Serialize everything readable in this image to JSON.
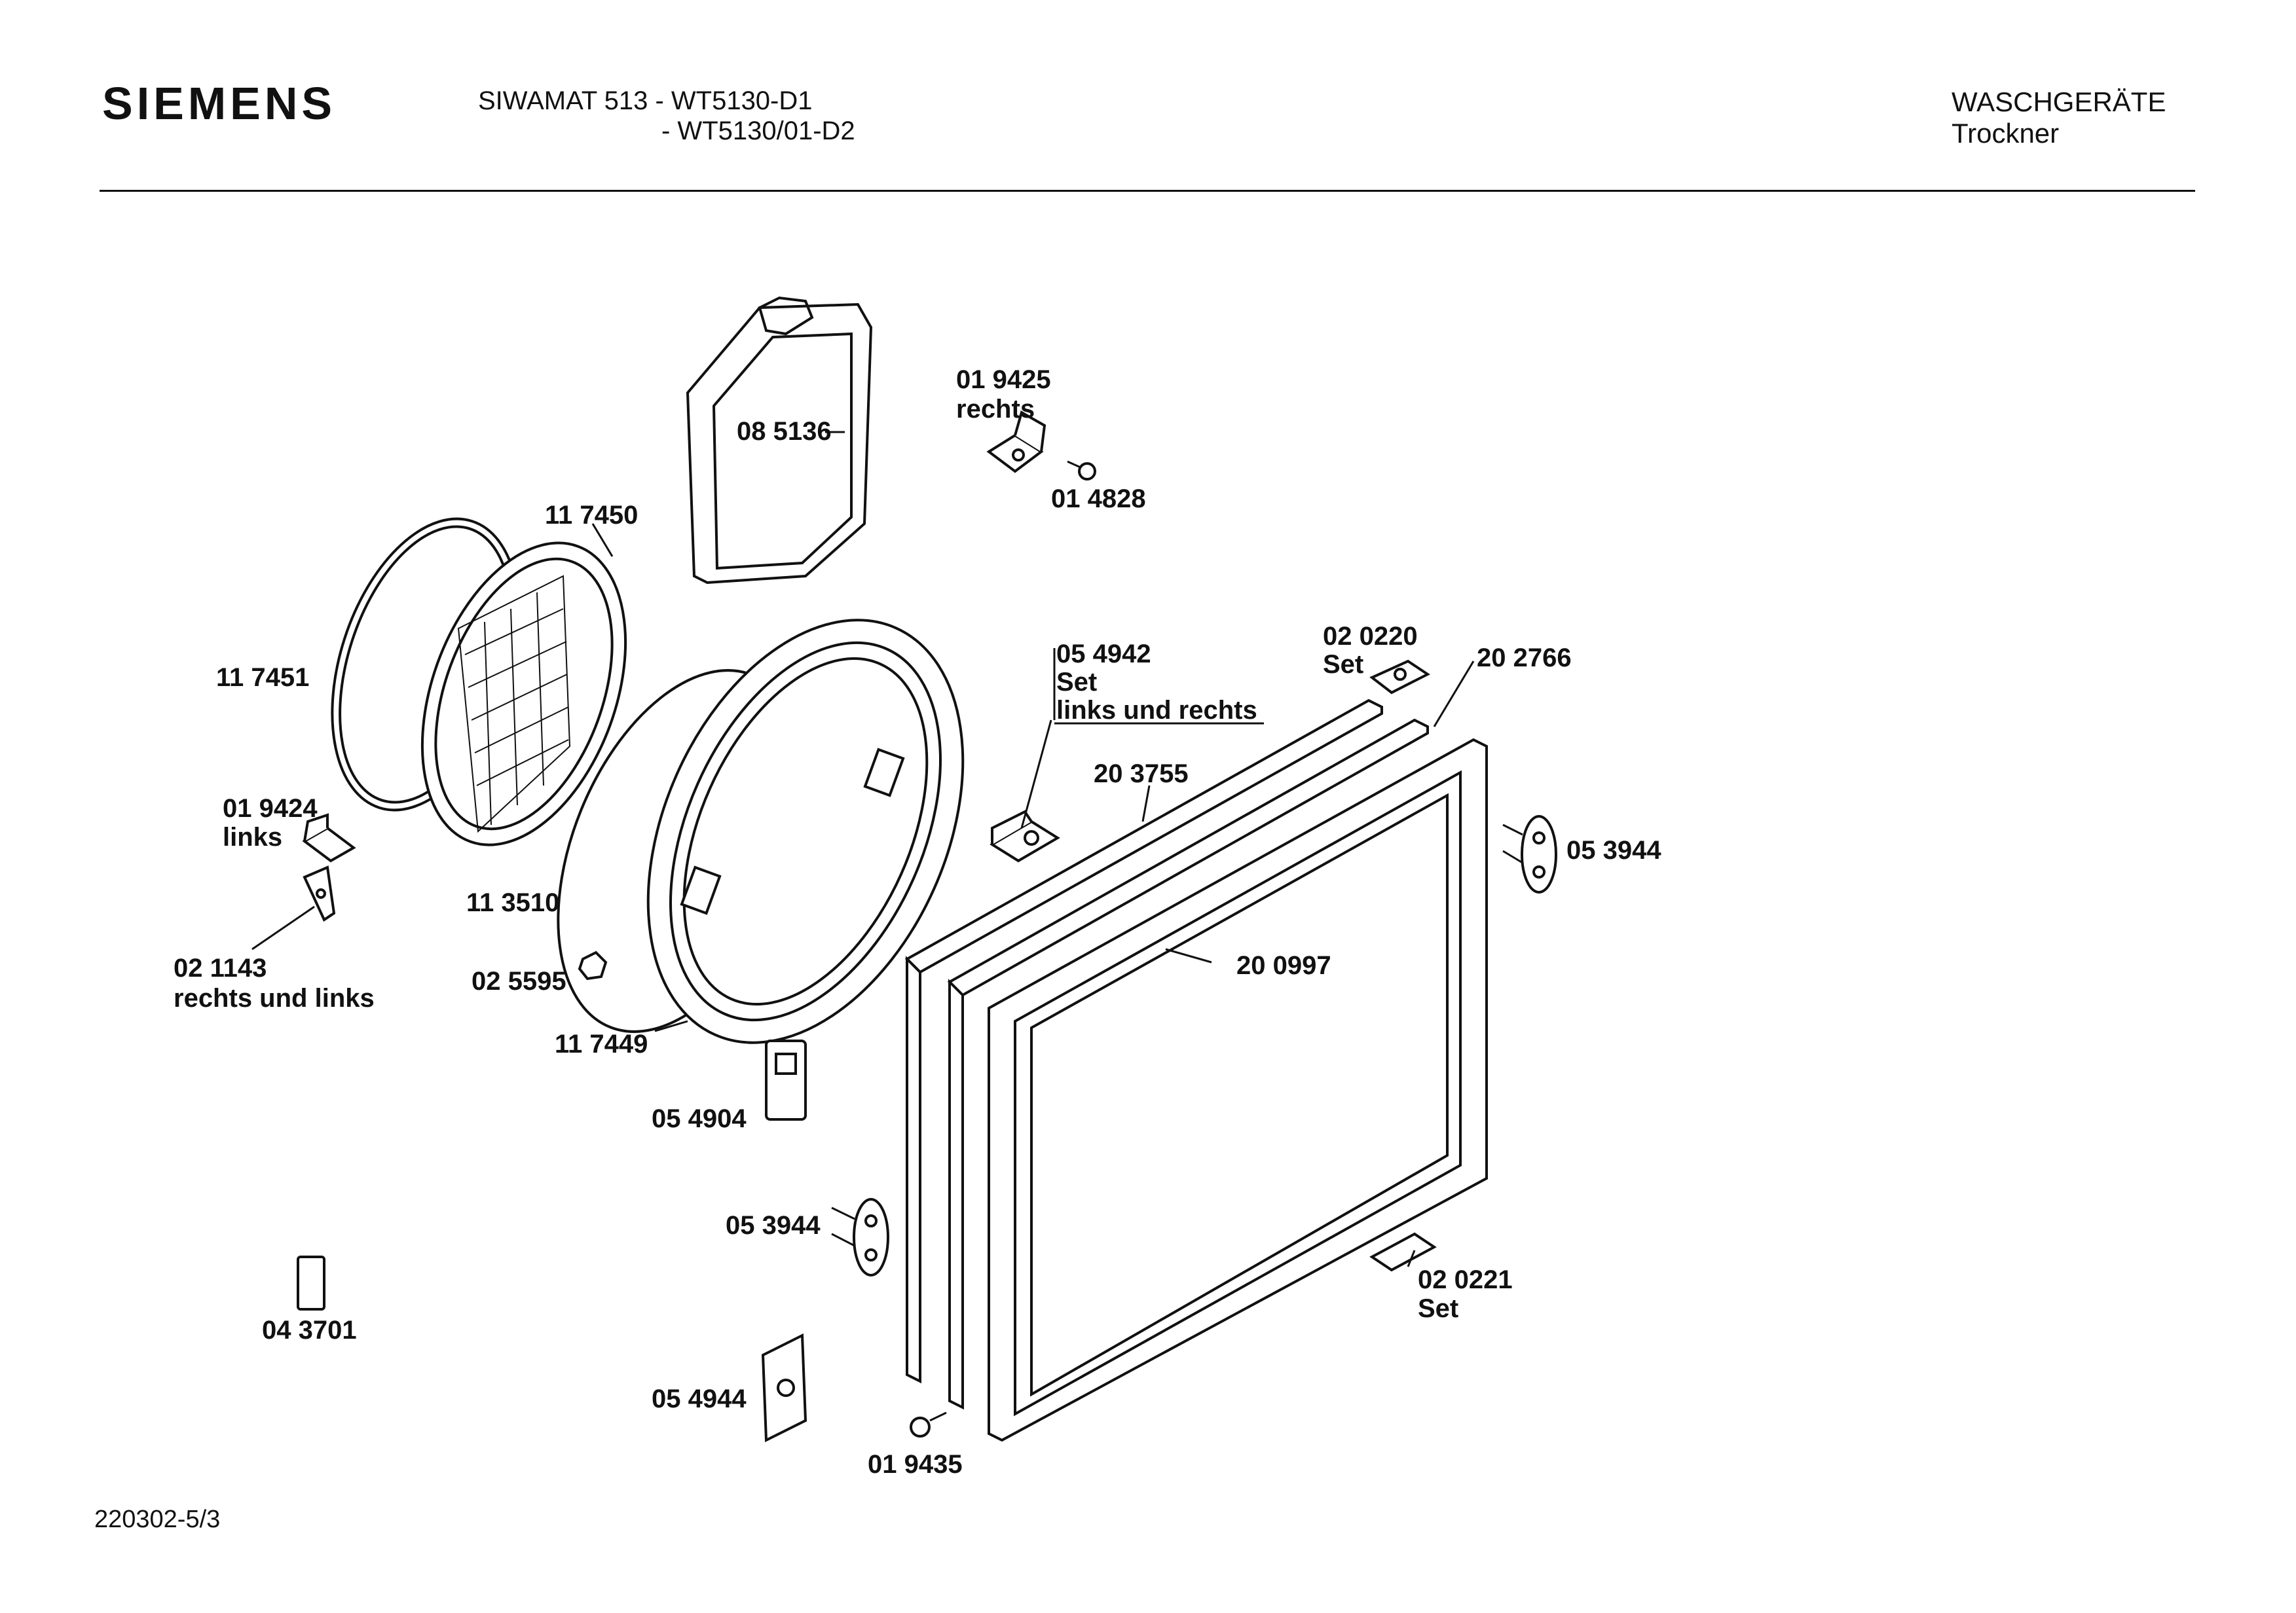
{
  "header": {
    "brand": "SIEMENS",
    "model_line1": "SIWAMAT 513 - WT5130-D1",
    "model_line2": "- WT5130/01-D2",
    "category": "WASCHGERÄTE",
    "subcategory": "Trockner"
  },
  "footer": {
    "document_number": "220302-5/3"
  },
  "parts": [
    {
      "number": "08 5136",
      "note": ""
    },
    {
      "number": "01 9425",
      "note": "rechts"
    },
    {
      "number": "01 4828",
      "note": ""
    },
    {
      "number": "11 7450",
      "note": ""
    },
    {
      "number": "11 7451",
      "note": ""
    },
    {
      "number": "05 4942",
      "note": "Set",
      "note2": "links und rechts"
    },
    {
      "number": "02 0220",
      "note": "Set"
    },
    {
      "number": "20 2766",
      "note": ""
    },
    {
      "number": "20 3755",
      "note": ""
    },
    {
      "number": "01 9424",
      "note": "links"
    },
    {
      "number": "05 3944",
      "note": ""
    },
    {
      "number": "11 3510",
      "note": ""
    },
    {
      "number": "20 0997",
      "note": ""
    },
    {
      "number": "02 1143",
      "note": "rechts und links"
    },
    {
      "number": "02 5595",
      "note": ""
    },
    {
      "number": "11 7449",
      "note": ""
    },
    {
      "number": "05 4904",
      "note": ""
    },
    {
      "number": "05 3944",
      "note": ""
    },
    {
      "number": "02 0221",
      "note": "Set"
    },
    {
      "number": "04 3701",
      "note": ""
    },
    {
      "number": "05 4944",
      "note": ""
    },
    {
      "number": "01 9435",
      "note": ""
    }
  ]
}
